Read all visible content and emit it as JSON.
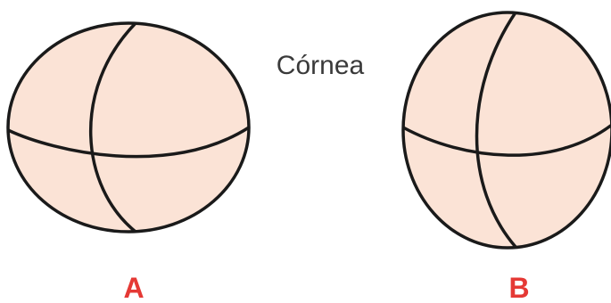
{
  "title": "Córnea",
  "panels": [
    {
      "label": "A",
      "shape": "horizontal-ellipse"
    },
    {
      "label": "B",
      "shape": "vertical-ellipse"
    }
  ],
  "colors": {
    "fill": "#fbe3d6",
    "stroke": "#1a1a1a",
    "label": "#e53935",
    "title": "#3a3a3a"
  }
}
